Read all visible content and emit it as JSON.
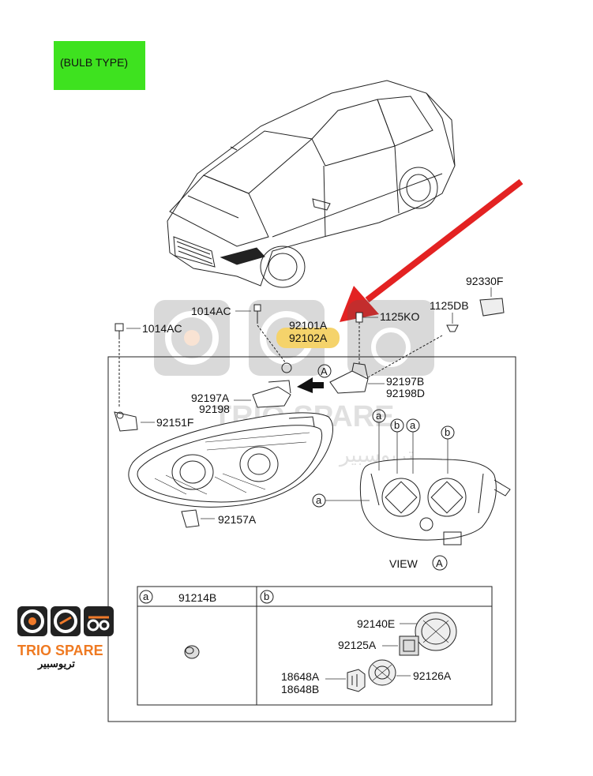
{
  "badge": {
    "text": "(BULB TYPE)",
    "color": "#3ee21f"
  },
  "arrow_color": "#e32222",
  "highlight_color": "#f5d36b",
  "parts": {
    "p1014ac_left": "1014AC",
    "p1014ac_right": "1014AC",
    "p92101a": "92101A",
    "p92102a": "92102A",
    "p1125ko": "1125KO",
    "p1125db": "1125DB",
    "p92330f": "92330F",
    "p92197a": "92197A",
    "p92198": "92198",
    "p92197b": "92197B",
    "p92198d": "92198D",
    "p92151f": "92151F",
    "p92157a": "92157A",
    "p91214b": "91214B",
    "p92140e": "92140E",
    "p92125a": "92125A",
    "p92126a": "92126A",
    "p18648a": "18648A",
    "p18648b": "18648B"
  },
  "callouts": {
    "a": "a",
    "b": "b",
    "A": "A"
  },
  "view_label": "VIEW",
  "watermark": {
    "brand": "TRIO SPARE",
    "arabic": "تريوسبير"
  },
  "logo": {
    "brand": "TRIO SPARE",
    "arabic": "تريوسبير"
  }
}
